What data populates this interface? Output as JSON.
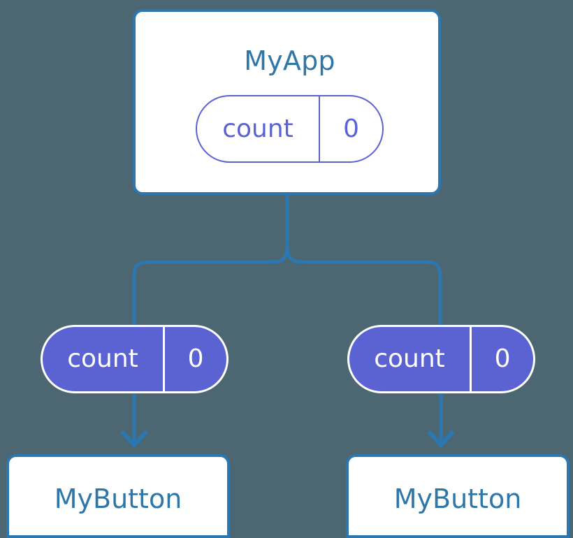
{
  "diagram": {
    "title": "MyApp",
    "background_color": "#4c6672",
    "accent_blue": "#2c77b0",
    "text_blue": "#2e77a8",
    "state_purple": "#5b63d3",
    "card_fill": "#ffffff"
  },
  "app_component": {
    "name": "MyApp",
    "state": {
      "key": "count",
      "value": "0"
    }
  },
  "state_nodes": [
    {
      "key": "count",
      "value": "0"
    },
    {
      "key": "count",
      "value": "0"
    }
  ],
  "button_components": [
    {
      "name": "MyButton"
    },
    {
      "name": "MyButton"
    }
  ],
  "connectors": {
    "trunk": "vertical-stem-from-myapp",
    "split": "two-branch-fork",
    "arrows": "down-arrow-into-mybutton"
  }
}
